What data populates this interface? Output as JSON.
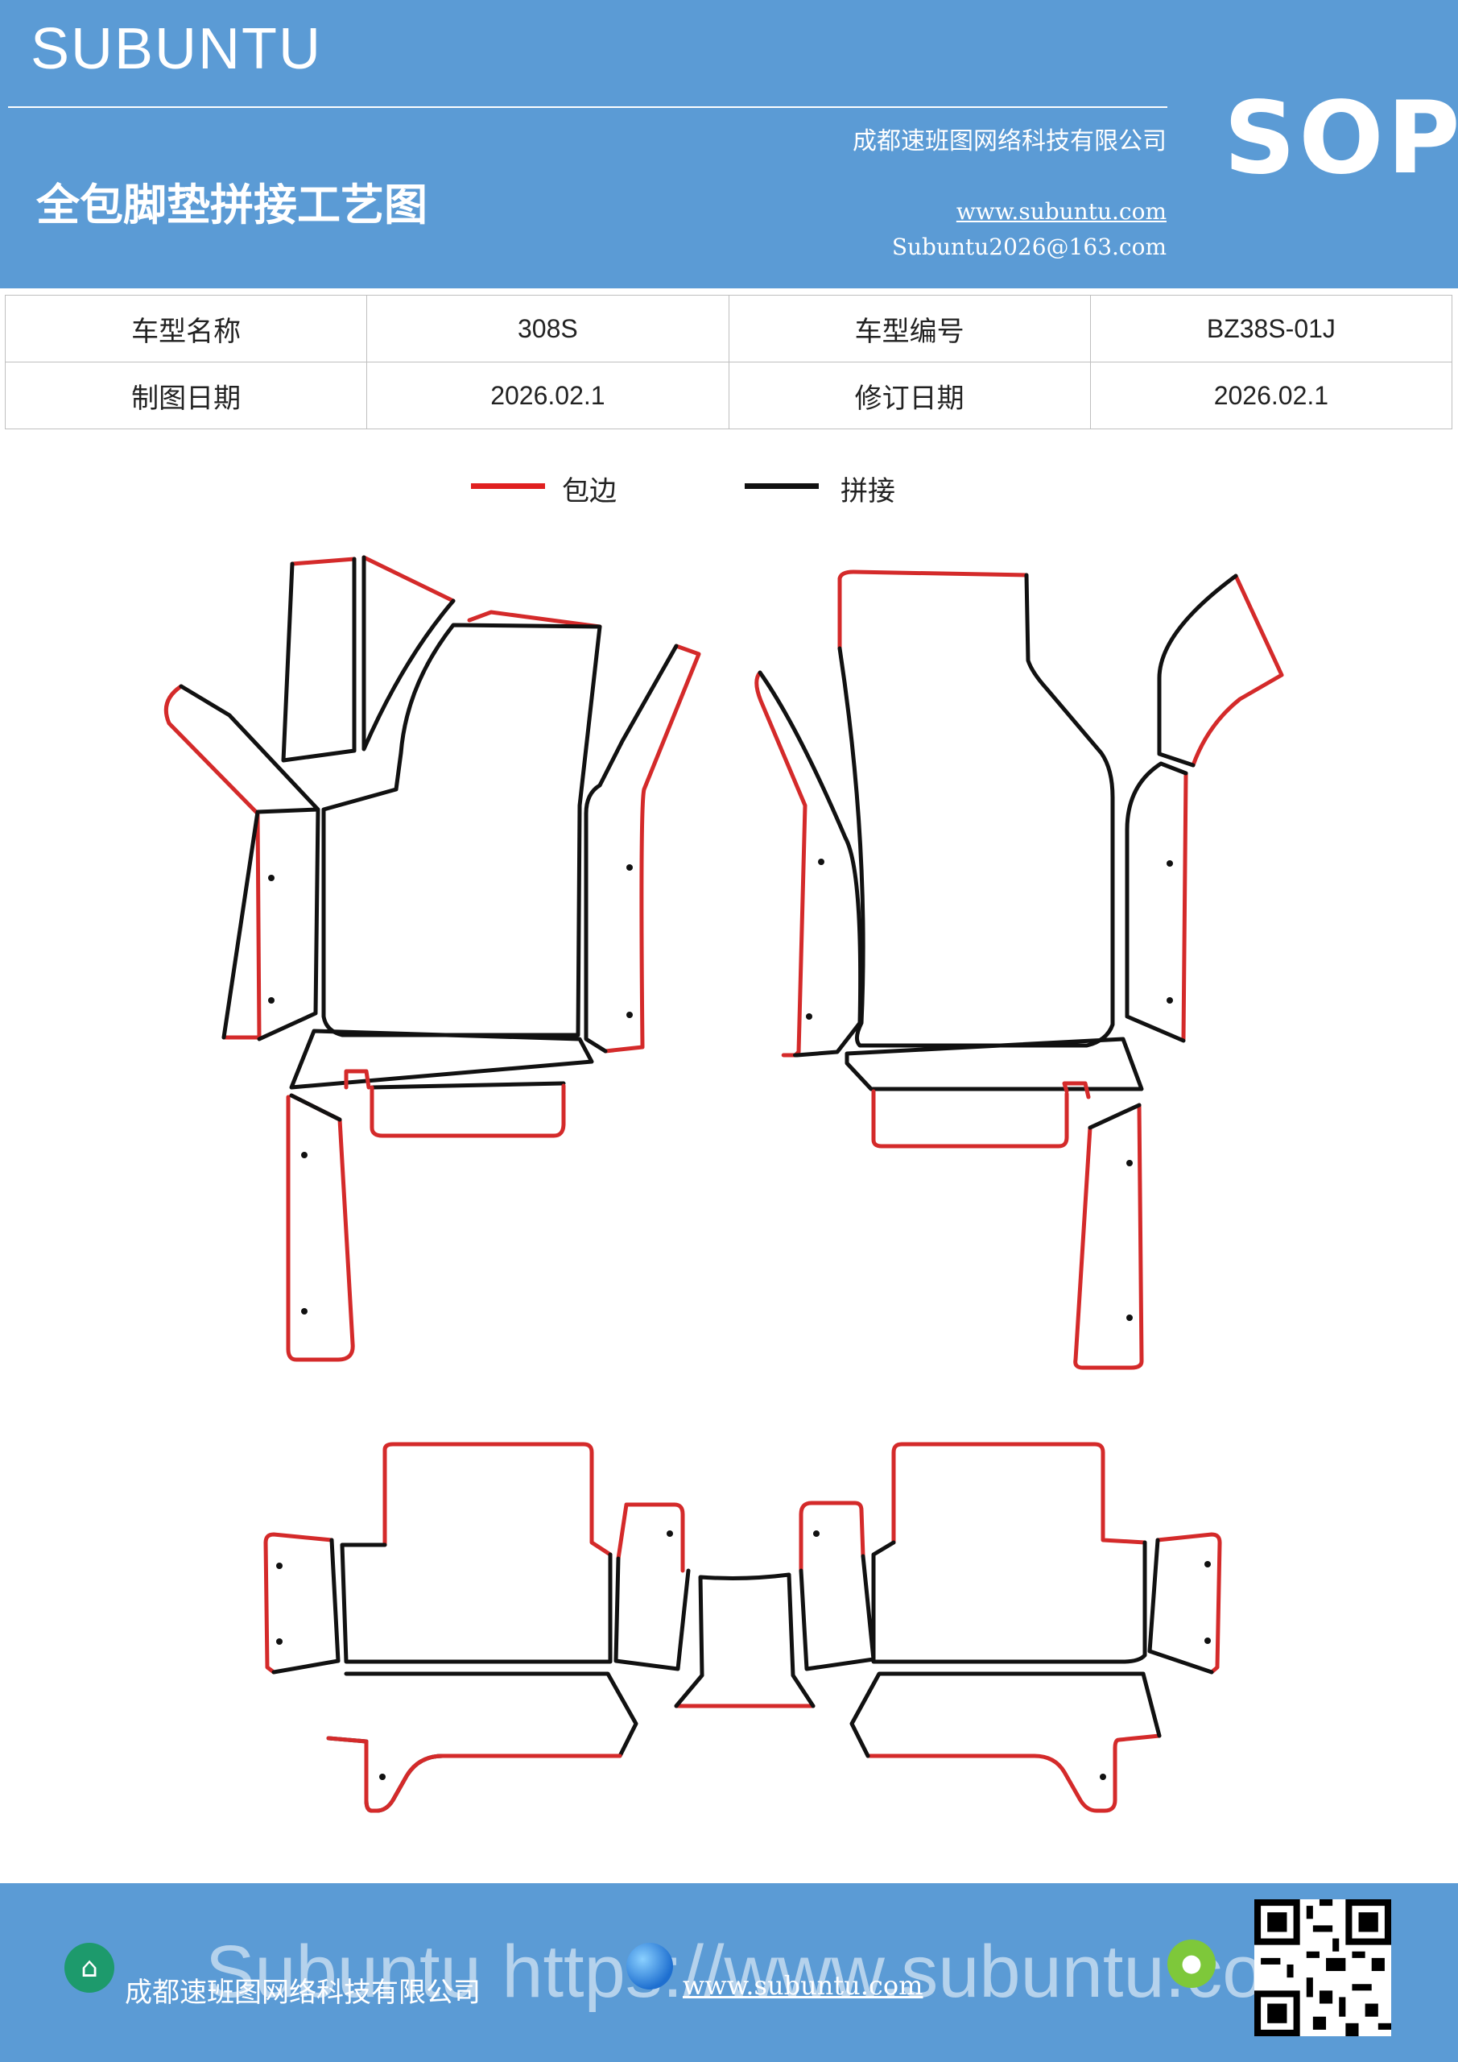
{
  "header": {
    "brand": "SUBUNTU",
    "title": "全包脚垫拼接工艺图",
    "company": "成都速班图网络科技有限公司",
    "website": "www.subuntu.com",
    "email": "Subuntu2026@163.com",
    "badge": "SOP"
  },
  "info": {
    "model_name_label": "车型名称",
    "model_name": "308S",
    "model_code_label": "车型编号",
    "model_code": "BZ38S-01J",
    "draw_date_label": "制图日期",
    "draw_date": "2026.02.1",
    "revise_date_label": "修订日期",
    "revise_date": "2026.02.1"
  },
  "legend": {
    "items": [
      {
        "label": "包边",
        "color": "#e02020"
      },
      {
        "label": "拼接",
        "color": "#111111"
      }
    ]
  },
  "colors": {
    "header_bg": "#5b9bd5",
    "edge_red": "#d42a2a",
    "seam_black": "#111111"
  },
  "footer": {
    "company": "成都速班图网络科技有限公司",
    "website": "www.subuntu.com",
    "overlay_text": "Subuntu https://www.subuntu.com",
    "icons": [
      "home-icon",
      "globe-icon",
      "wechat-icon",
      "qr-code"
    ]
  }
}
